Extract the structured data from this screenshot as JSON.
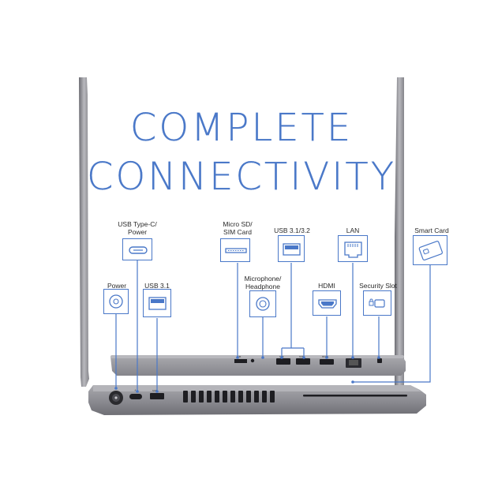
{
  "headline": {
    "line1": "COMPLETE",
    "line2": "CONNECTIVITY"
  },
  "ports": {
    "usb_c_power": {
      "label": "USB Type-C/\nPower",
      "icon": "usb-type-c-port-icon"
    },
    "power": {
      "label": "Power",
      "icon": "power-jack-icon"
    },
    "usb31_left": {
      "label": "USB 3.1",
      "icon": "usb-a-port-icon"
    },
    "micro_sd": {
      "label": "Micro SD/\nSIM Card",
      "icon": "sd-card-slot-icon"
    },
    "mic": {
      "label": "Microphone/\nHeadphone",
      "icon": "audio-jack-icon"
    },
    "usb3132": {
      "label": "USB 3.1/3.2",
      "icon": "usb-a-port-icon"
    },
    "hdmi": {
      "label": "HDMI",
      "icon": "hdmi-port-icon"
    },
    "lan": {
      "label": "LAN",
      "icon": "ethernet-port-icon"
    },
    "security": {
      "label": "Security Slot",
      "icon": "lock-slot-icon"
    },
    "smart_card": {
      "label": "Smart Card",
      "icon": "smart-card-icon"
    }
  },
  "colors": {
    "accent": "#4a78c8",
    "chassis": "#8f8f94",
    "port": "#1e1e22"
  }
}
